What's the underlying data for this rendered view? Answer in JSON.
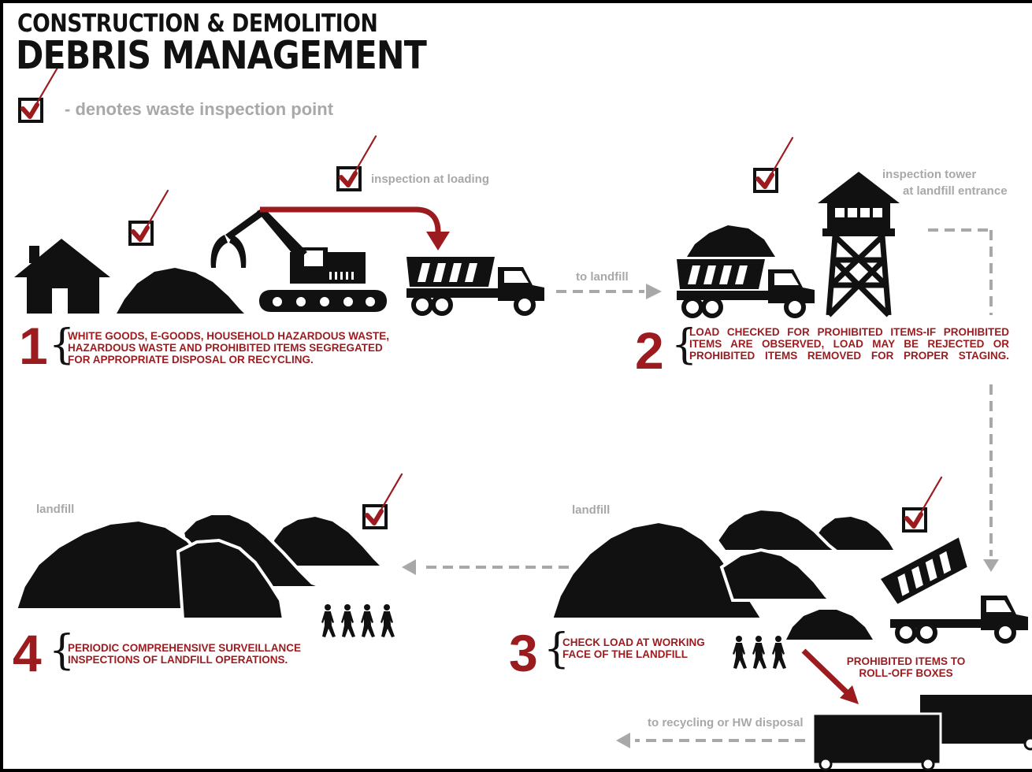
{
  "header": {
    "title_line1": "CONSTRUCTION & DEMOLITION",
    "title_line2": "DEBRIS MANAGEMENT"
  },
  "legend": {
    "text": "- denotes waste inspection point",
    "icon": "checkbox-check-icon"
  },
  "labels": {
    "inspection_loading": "inspection at loading",
    "inspection_tower_line1": "inspection tower",
    "inspection_tower_line2": "at landfill entrance",
    "to_landfill": "to landfill",
    "landfill_left": "landfill",
    "landfill_right": "landfill",
    "to_recycling": "to recycling or HW disposal",
    "prohibited_line1": "PROHIBITED ITEMS TO",
    "prohibited_line2": "ROLL-OFF BOXES"
  },
  "steps": [
    {
      "number": "1",
      "lines": [
        "WHITE GOODS, E-GOODS, HOUSEHOLD HAZARDOUS WASTE,",
        "HAZARDOUS WASTE AND PROHIBITED ITEMS SEGREGATED",
        "FOR APPROPRIATE DISPOSAL OR  RECYCLING."
      ]
    },
    {
      "number": "2",
      "lines": [
        "LOAD CHECKED FOR PROHIBITED ITEMS-IF PROHIBITED",
        "ITEMS ARE OBSERVED, LOAD MAY BE REJECTED OR",
        "PROHIBITED ITEMS REMOVED FOR PROPER STAGING."
      ]
    },
    {
      "number": "3",
      "lines": [
        "CHECK LOAD AT WORKING",
        "FACE OF THE LANDFILL"
      ]
    },
    {
      "number": "4",
      "lines": [
        "PERIODIC COMPREHENSIVE SURVEILLANCE",
        "INSPECTIONS OF LANDFILL OPERATIONS."
      ]
    }
  ],
  "colors": {
    "accent": "#9b1b1e",
    "ink": "#111111",
    "muted": "#a8a8a8",
    "background": "#ffffff"
  }
}
